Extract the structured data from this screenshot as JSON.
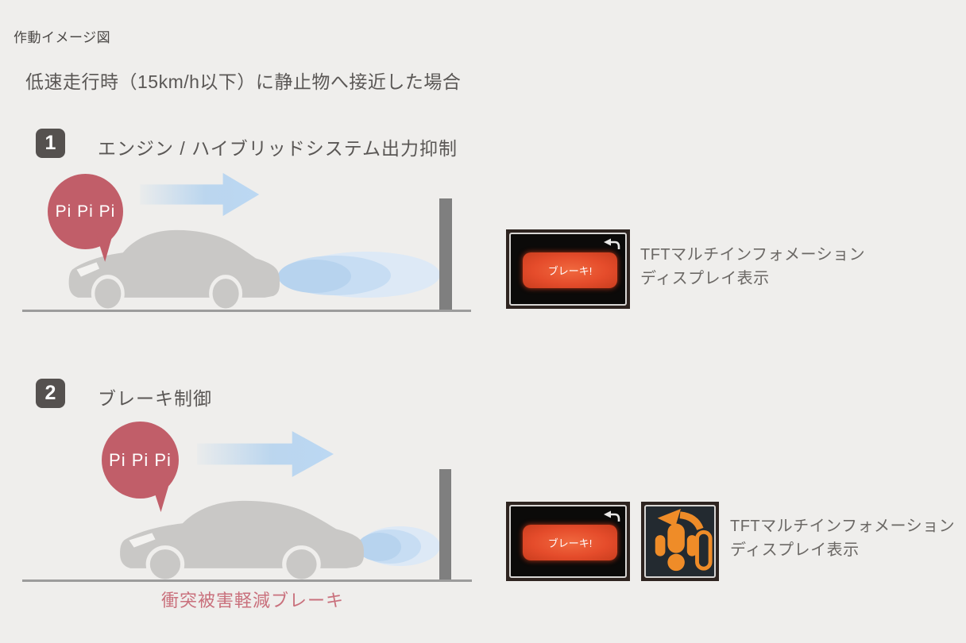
{
  "page": {
    "title": "作動イメージ図",
    "subtitle": "低速走行時（15km/h以下）に静止物へ接近した場合"
  },
  "sections": [
    {
      "step_number": "1",
      "heading": "エンジン / ハイブリッドシステム出力抑制",
      "speech_bubble": "Pi Pi Pi",
      "display": {
        "alert_text": "ブレーキ!",
        "label_line1": "TFTマルチインフォメーション",
        "label_line2": "ディスプレイ表示"
      }
    },
    {
      "step_number": "2",
      "heading": "ブレーキ制御",
      "speech_bubble": "Pi Pi Pi",
      "caption": "衝突被害軽減ブレーキ",
      "display": {
        "alert_text": "ブレーキ!",
        "label_line1": "TFTマルチインフォメーション",
        "label_line2": "ディスプレイ表示"
      }
    }
  ],
  "icons": {
    "return_arrow": "return-arrow-icon",
    "brake_pedal": "brake-pedal-foot-icon",
    "sensor_waves": "sensor-waves-icon",
    "motion_arrow": "motion-arrow-icon"
  },
  "colors": {
    "background": "#efeeec",
    "text_dark": "#5a5755",
    "badge_bg": "#55514f",
    "bubble_rose": "#c15e69",
    "caption_pink": "#c9707c",
    "alert_red": "#e54c2b",
    "icon_orange": "#ef8c28",
    "arrow_blue": "#aed0ef",
    "car_gray": "#c9c8c6",
    "pole_gray": "#7f7f7f",
    "display_frame": "#2e2420"
  }
}
